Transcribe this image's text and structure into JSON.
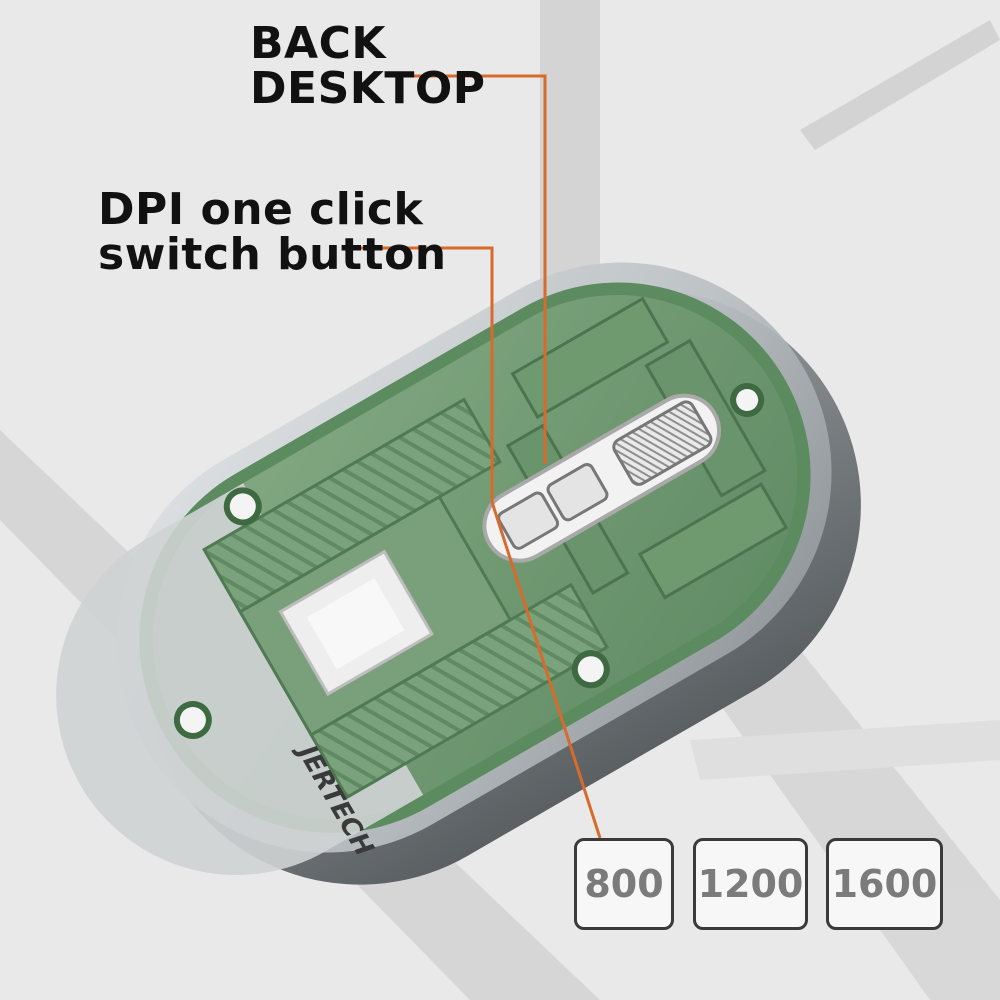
{
  "labels": {
    "back_desktop": [
      "BACK",
      "DESKTOP"
    ],
    "dpi_switch": [
      "DPI one click",
      "switch button"
    ]
  },
  "brand_text": "JERTECH",
  "dpi_options": [
    "800",
    "1200",
    "1600"
  ],
  "colors": {
    "callout_line": "#d86a2c",
    "pcb_green": "#6f9a70",
    "pcb_dark": "#4f7a53",
    "shell": "#c9cfd2",
    "background": "#e9e9e9"
  }
}
